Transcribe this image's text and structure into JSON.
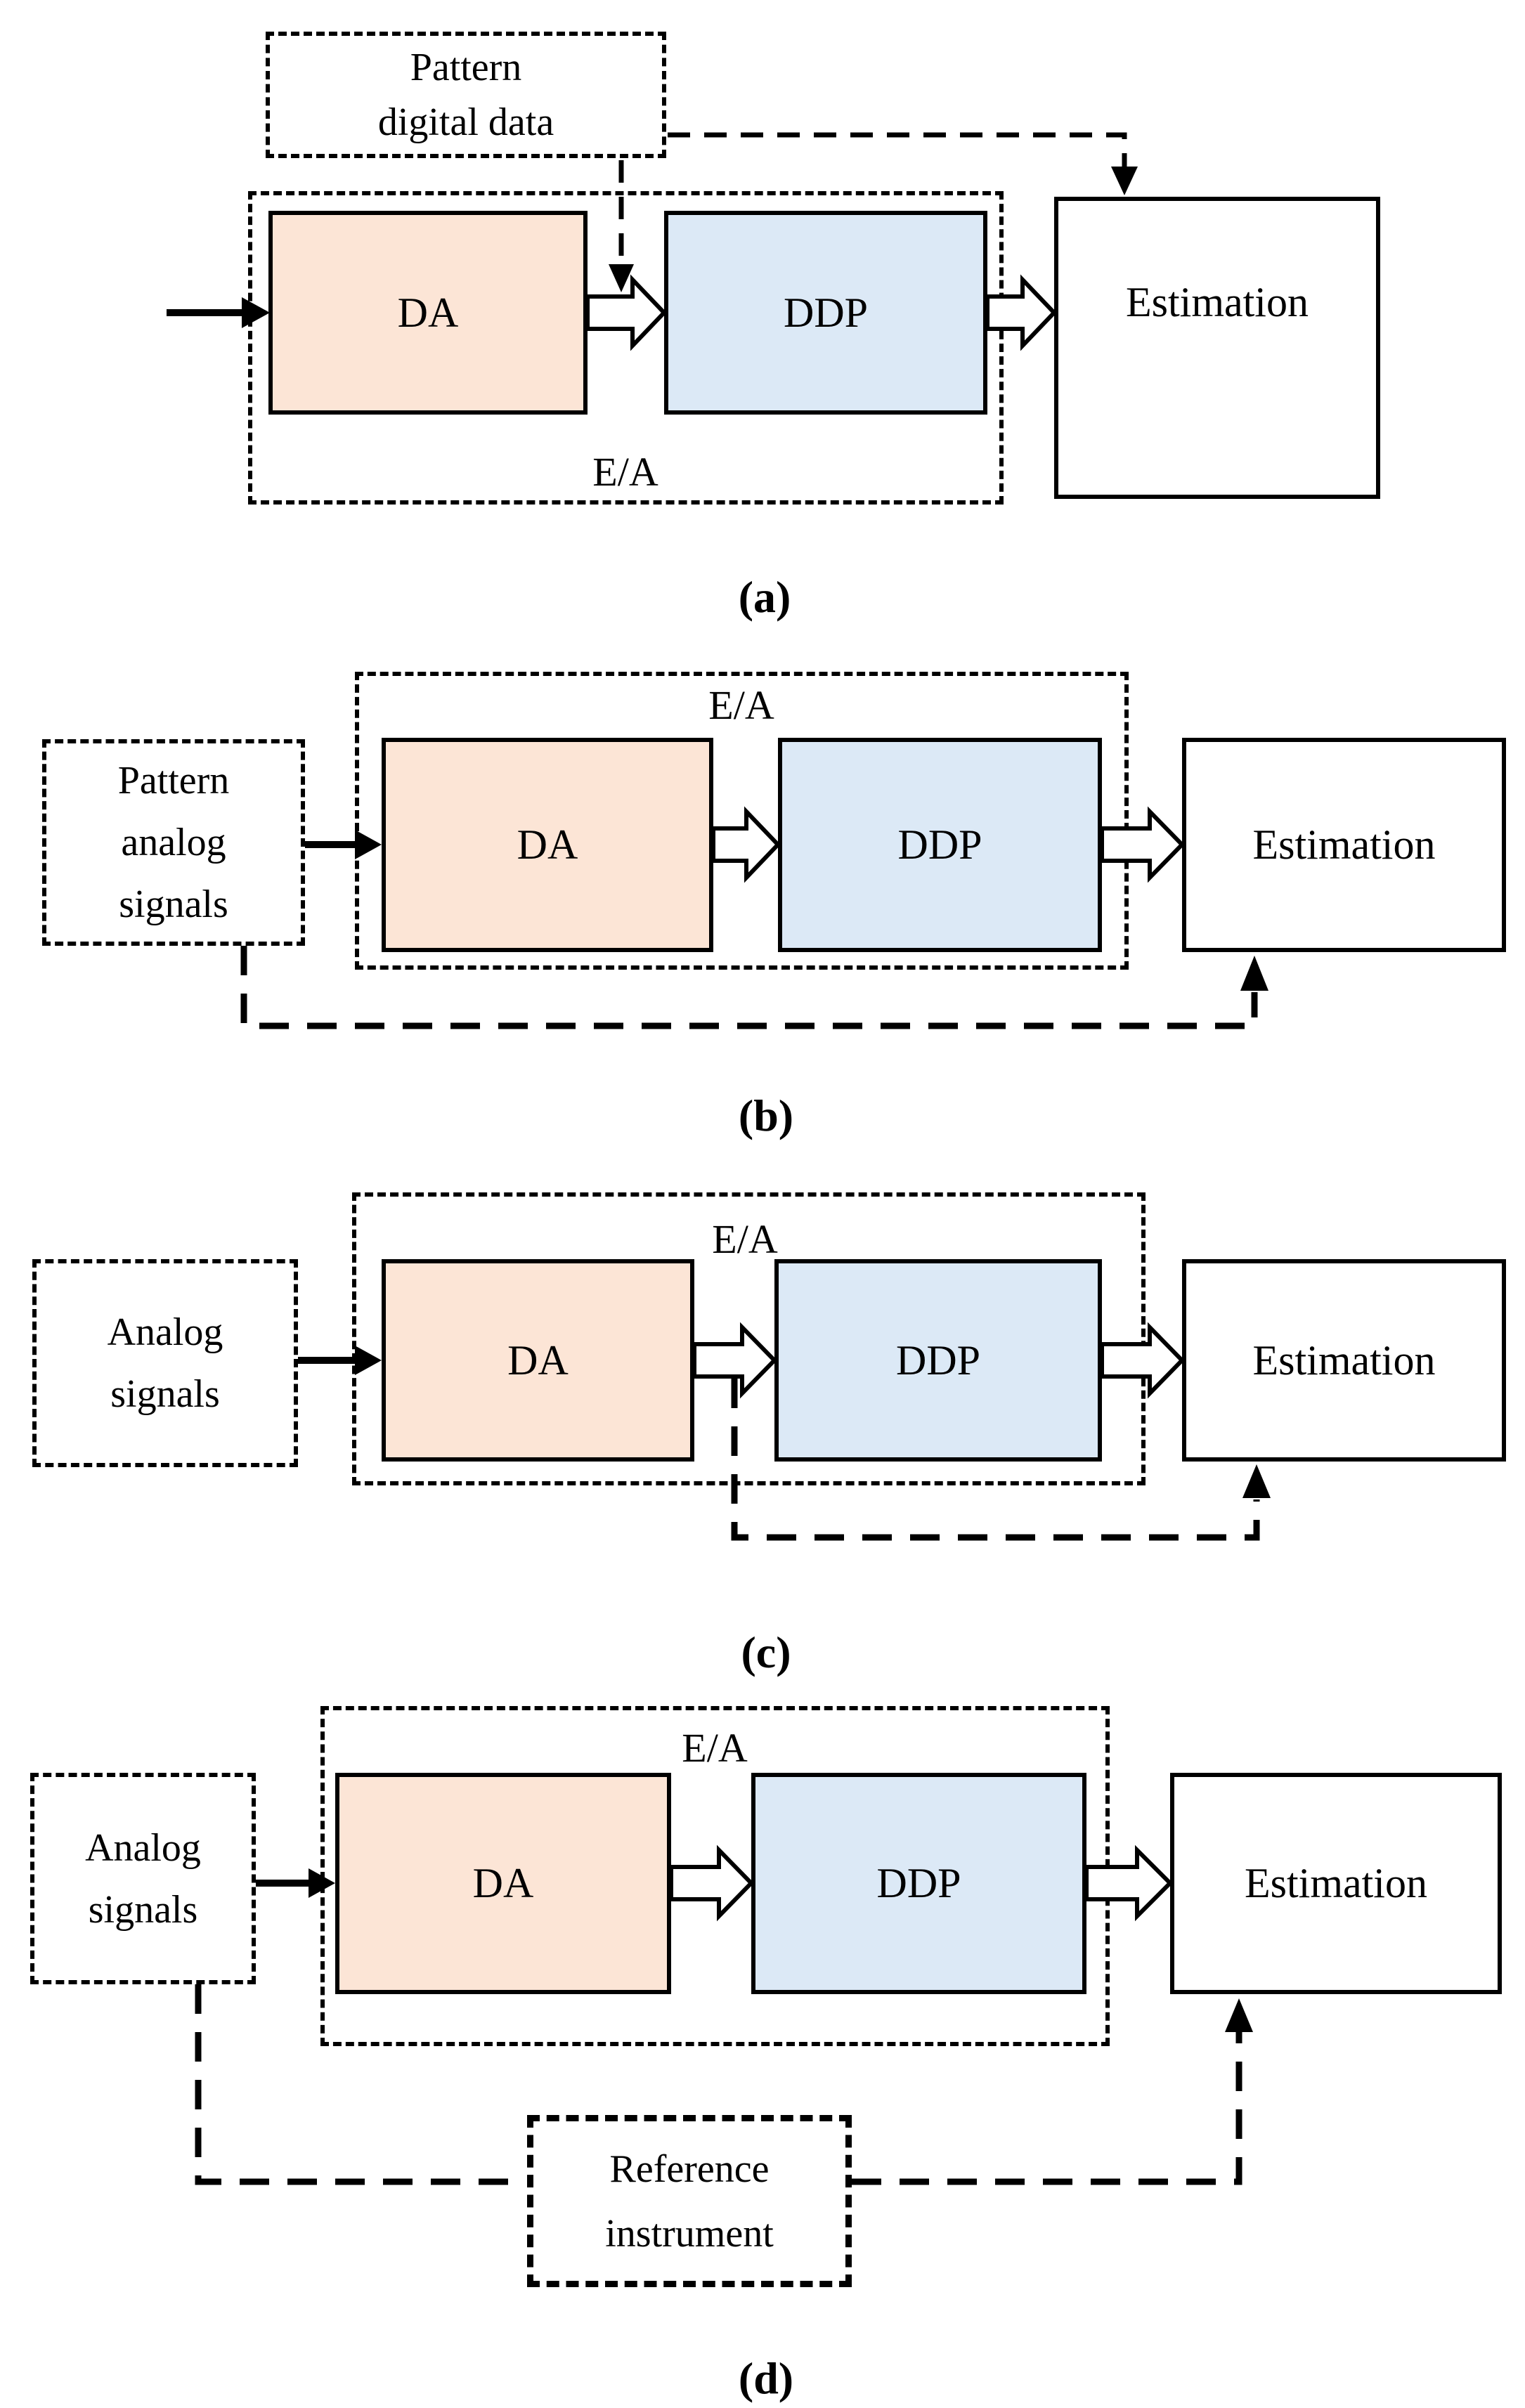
{
  "colors": {
    "da_fill": "#fce5d6",
    "ddp_fill": "#dce9f6",
    "line": "#000000"
  },
  "diagram_a": {
    "caption": "(a)",
    "source_line1": "Pattern",
    "source_line2": "digital data",
    "ea_label": "E/A",
    "da_label": "DA",
    "ddp_label": "DDP",
    "estimation_label": "Estimation"
  },
  "diagram_b": {
    "caption": "(b)",
    "source_line1": "Pattern",
    "source_line2": "analog",
    "source_line3": "signals",
    "ea_label": "E/A",
    "da_label": "DA",
    "ddp_label": "DDP",
    "estimation_label": "Estimation"
  },
  "diagram_c": {
    "caption": "(c)",
    "source_line1": "Analog",
    "source_line2": "signals",
    "ea_label": "E/A",
    "da_label": "DA",
    "ddp_label": "DDP",
    "estimation_label": "Estimation"
  },
  "diagram_d": {
    "caption": "(d)",
    "source_line1": "Analog",
    "source_line2": "signals",
    "ea_label": "E/A",
    "da_label": "DA",
    "ddp_label": "DDP",
    "estimation_label": "Estimation",
    "reference_line1": "Reference",
    "reference_line2": "instrument"
  }
}
